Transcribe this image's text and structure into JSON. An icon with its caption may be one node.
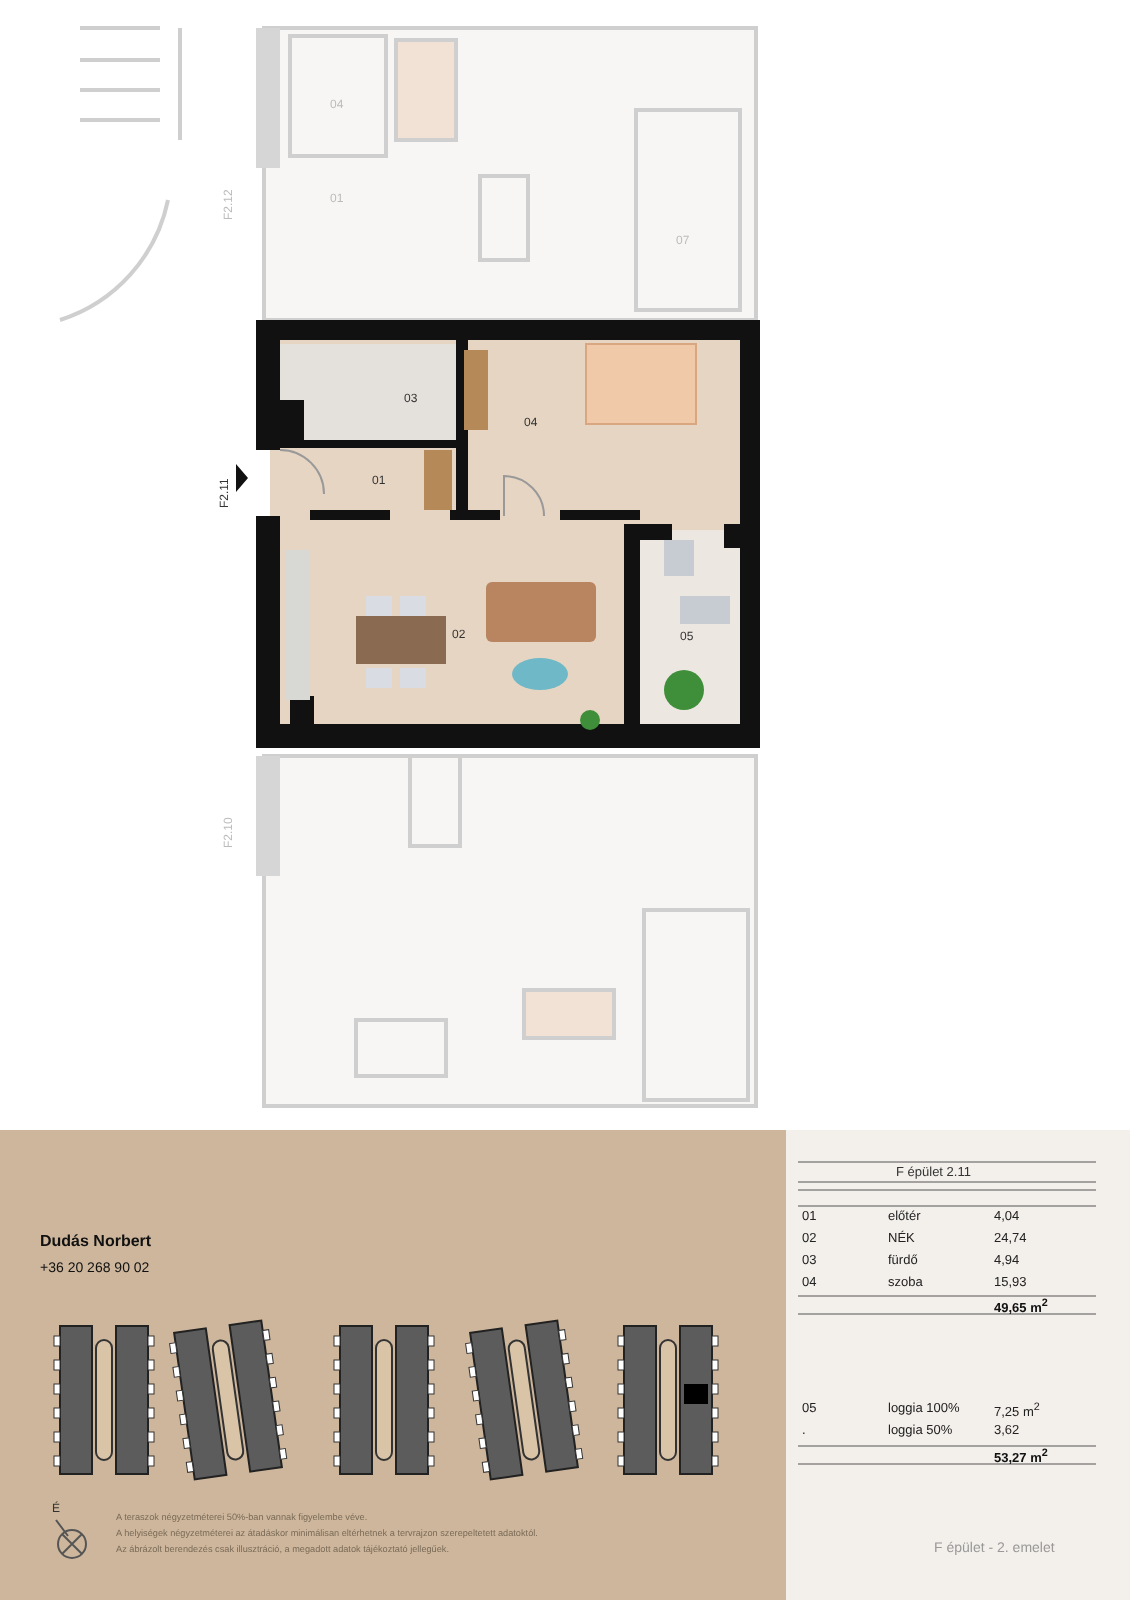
{
  "diagram": {
    "labels": [
      "04",
      "F2.12",
      "01",
      "07",
      "03",
      "04",
      "F2.11",
      "01",
      "02",
      "05",
      "F2.10",
      "Dudás Norbert",
      "+36 20 268 90 02",
      "É",
      "A teraszok négyzetméterei 50%-ban vannak figyelembe véve.",
      "A helyiségek négyzetméterei az átadáskor minimálisan eltérhetnek a tervrajzon szerepeltetett adatoktól.",
      "Az ábrázolt berendezés csak illusztráció, a megadott adatok tájékoztató jellegűek.",
      "F épület 2.11",
      "01",
      "előtér",
      "4,04",
      "02",
      "NÉK",
      "24,74",
      "03",
      "fürdő",
      "4,94",
      "04",
      "szoba",
      "15,93",
      "49,65 m$^{2}$",
      "05",
      "loggia 100%",
      "7,25 m$^{2}$",
      ".",
      "loggia 50%",
      "3,62",
      "53,27 m$^{2}$",
      "F épület - 2. emelet"
    ]
  }
}
